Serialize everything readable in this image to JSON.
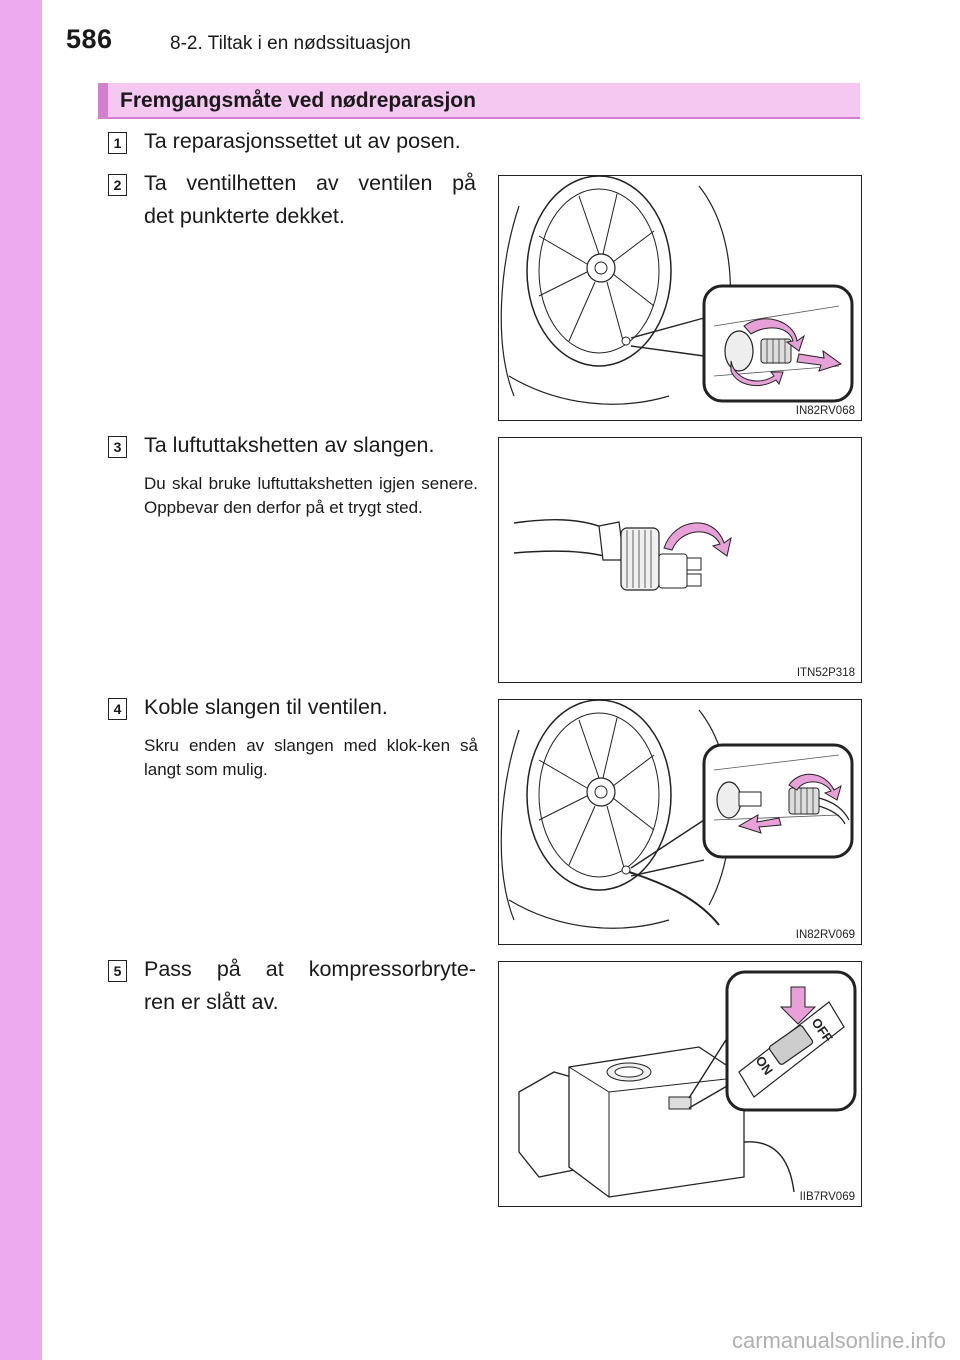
{
  "page": {
    "number": "586",
    "chapter": "8-2. Tiltak i en nødssituasjon",
    "accent_color": "#eeaaee"
  },
  "section": {
    "title": "Fremgangsmåte ved nødreparasjon"
  },
  "steps": [
    {
      "num": "1",
      "text": "Ta reparasjonssettet ut av posen."
    },
    {
      "num": "2",
      "text_line1": "Ta ventilhetten av ventilen på",
      "text_line2": "det punkterte dekket.",
      "figure_code": "IN82RV068"
    },
    {
      "num": "3",
      "text": "Ta luftuttakshetten av slangen.",
      "note": "Du skal bruke luftuttakshetten igjen senere. Oppbevar den derfor på et trygt sted.",
      "figure_code": "ITN52P318"
    },
    {
      "num": "4",
      "text": "Koble slangen til ventilen.",
      "note": "Skru enden av slangen med klok-ken så langt som mulig.",
      "figure_code": "IN82RV069"
    },
    {
      "num": "5",
      "text_line1": "Pass på at kompressorbryte-",
      "text_line2": "ren er slått av.",
      "figure_code": "IIB7RV069",
      "switch_off_label": "OFF",
      "switch_on_label": "ON"
    }
  ],
  "watermark": "carmanualsonline.info"
}
